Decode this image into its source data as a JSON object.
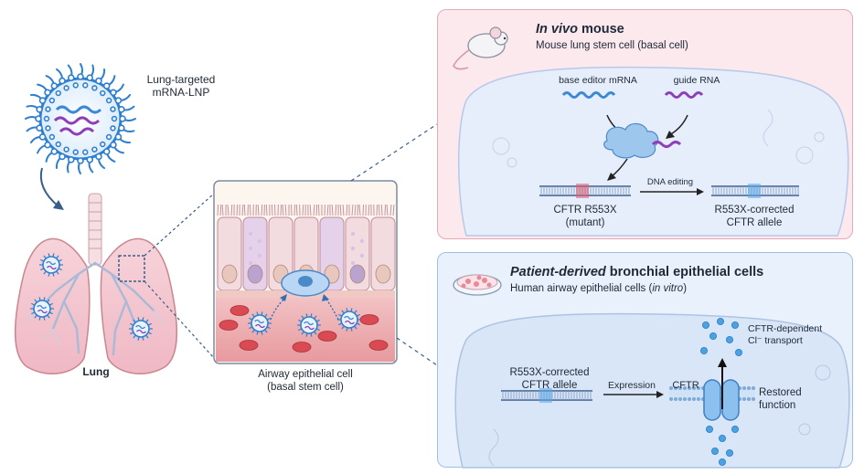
{
  "lnp": {
    "label_line1": "Lung-targeted",
    "label_line2": "mRNA-LNP"
  },
  "lung": {
    "label": "Lung"
  },
  "airway": {
    "label_line1": "Airway epithelial cell",
    "label_line2": "(basal stem cell)"
  },
  "in_vivo": {
    "title_italic": "In vivo",
    "title_rest": " mouse",
    "subtitle": "Mouse lung stem cell (basal cell)",
    "base_editor_label": "base editor mRNA",
    "guide_label": "guide RNA",
    "dna_editing_label": "DNA editing",
    "mutant_line1": "CFTR R553X",
    "mutant_line2": "(mutant)",
    "corrected_line1": "R553X-corrected",
    "corrected_line2": "CFTR allele"
  },
  "in_vitro": {
    "title_italic": "Patient-derived",
    "title_rest": " bronchial epithelial cells",
    "subtitle_main": "Human airway epithelial cells (",
    "subtitle_italic": "in vitro",
    "subtitle_end": ")",
    "allele_line1": "R553X-corrected",
    "allele_line2": "CFTR allele",
    "expression_label": "Expression",
    "cftr_label": "CFTR",
    "transport_line1": "CFTR-dependent",
    "transport_line2": "Cl⁻ transport",
    "restored_line1": "Restored",
    "restored_line2": "function"
  },
  "colors": {
    "lnp_blue": "#2f7fd0",
    "rna_purple": "#8e3fb8",
    "editor_blue": "#3b88d6",
    "mutation_red": "#e05a6a",
    "corrected_blue": "#5aa8e8",
    "top_panel_bg": "#fbe9ee",
    "bottom_panel_bg": "#e8f1fc"
  }
}
